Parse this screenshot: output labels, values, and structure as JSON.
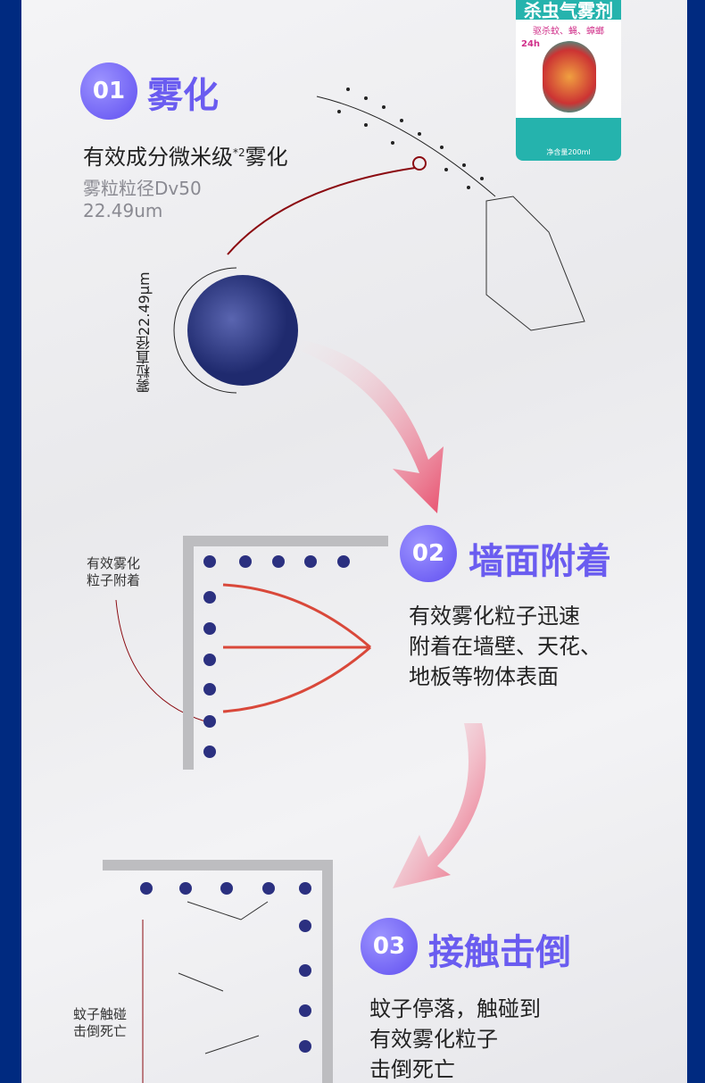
{
  "product": {
    "name": "杀虫气雾剂",
    "tagline": "驱杀蚊、蝇、蟑螂",
    "badge": "24h",
    "volume": "净含量200ml"
  },
  "step1": {
    "number": "01",
    "title": "雾化",
    "desc": "有效成分微米级",
    "footnote": "*2",
    "desc2": "雾化",
    "detail_line1": "雾粒粒径Dv50",
    "detail_line2": "22.49um",
    "diameter_label": "雾粒直径22.49μm"
  },
  "step2": {
    "number": "02",
    "title": "墙面附着",
    "desc": [
      "有效雾化粒子迅速",
      "附着在墙壁、天花、",
      "地板等物体表面"
    ],
    "annotation": [
      "有效雾化",
      "粒子附着"
    ]
  },
  "step3": {
    "number": "03",
    "title": "接触击倒",
    "desc": [
      "蚊子停落，触碰到",
      "有效雾化粒子",
      "击倒死亡"
    ],
    "annotation": [
      "蚊子触碰",
      "击倒死亡"
    ]
  },
  "colors": {
    "accent": "#6a5cf0",
    "border": "#002a80",
    "particle": "#2b3080",
    "arrow": "#e8506e"
  }
}
